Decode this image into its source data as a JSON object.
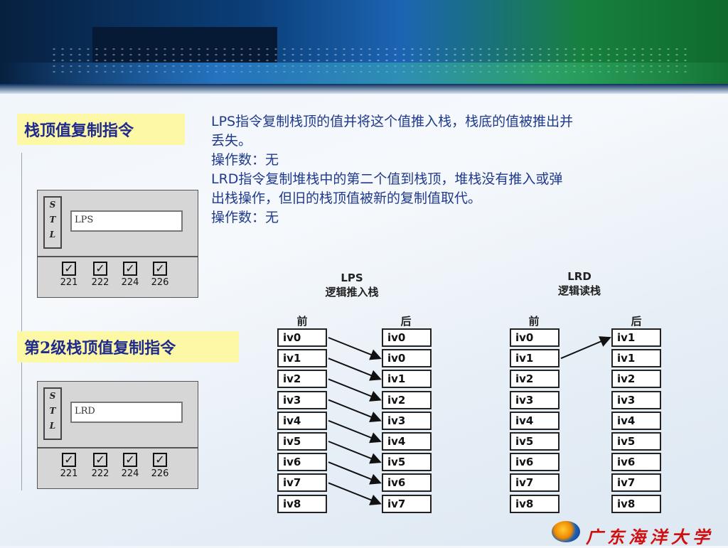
{
  "titles": {
    "lps_title": "栈顶值复制指令",
    "lrd_title": "第2级栈顶值复制指令"
  },
  "description": {
    "line1": "LPS指令复制栈顶的值并将这个值推入栈，栈底的值被推出并",
    "line2": "丢失。",
    "line3": "操作数：无",
    "line4": "LRD指令复制堆栈中的第二个值到栈顶，堆栈没有推入或弹",
    "line5": "出栈操作，但旧的栈顶值被新的复制值取代。",
    "line6": "操作数：无"
  },
  "plc_lps": {
    "stl": [
      "S",
      "T",
      "L"
    ],
    "instruction": "LPS",
    "checks": [
      "221",
      "222",
      "224",
      "226"
    ]
  },
  "plc_lrd": {
    "stl": [
      "S",
      "T",
      "L"
    ],
    "instruction": "LRD",
    "checks": [
      "221",
      "222",
      "224",
      "226"
    ]
  },
  "diagram": {
    "lps": {
      "name": "LPS",
      "caption": "逻辑推入栈",
      "before_label": "前",
      "after_label": "后",
      "before": [
        "iv0",
        "iv1",
        "iv2",
        "iv3",
        "iv4",
        "iv5",
        "iv6",
        "iv7",
        "iv8"
      ],
      "after": [
        "iv0",
        "iv0",
        "iv1",
        "iv2",
        "iv3",
        "iv4",
        "iv5",
        "iv6",
        "iv7"
      ]
    },
    "lrd": {
      "name": "LRD",
      "caption": "逻辑读栈",
      "before_label": "前",
      "after_label": "后",
      "before": [
        "iv0",
        "iv1",
        "iv2",
        "iv3",
        "iv4",
        "iv5",
        "iv6",
        "iv7",
        "iv8"
      ],
      "after": [
        "iv1",
        "iv1",
        "iv2",
        "iv3",
        "iv4",
        "iv5",
        "iv6",
        "iv7",
        "iv8"
      ]
    }
  },
  "footer": {
    "university": "广东海洋大学"
  }
}
